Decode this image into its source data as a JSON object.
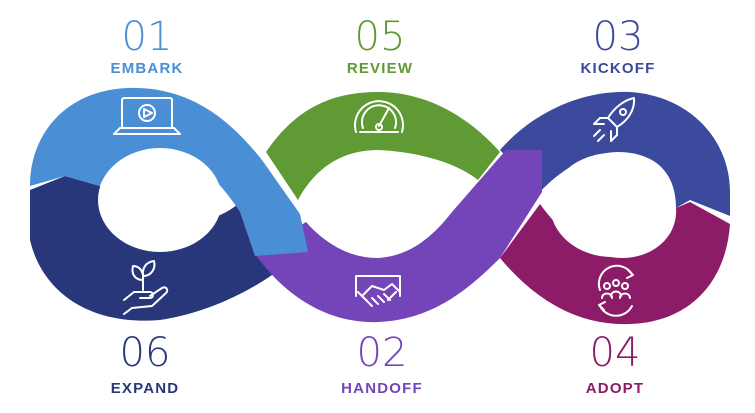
{
  "steps": [
    {
      "id": "embark",
      "number": "01",
      "label": "EMBARK",
      "color": "#4a8ed6",
      "icon": "laptop-video-icon"
    },
    {
      "id": "handoff",
      "number": "02",
      "label": "HANDOFF",
      "color": "#7445b8",
      "icon": "handshake-icon"
    },
    {
      "id": "kickoff",
      "number": "03",
      "label": "KICKOFF",
      "color": "#3b4a9c",
      "icon": "rocket-icon"
    },
    {
      "id": "adopt",
      "number": "04",
      "label": "ADOPT",
      "color": "#8c1c68",
      "icon": "team-cycle-icon"
    },
    {
      "id": "review",
      "number": "05",
      "label": "REVIEW",
      "color": "#5f9a34",
      "icon": "speedometer-icon"
    },
    {
      "id": "expand",
      "number": "06",
      "label": "EXPAND",
      "color": "#283779",
      "icon": "plant-hand-icon"
    }
  ]
}
